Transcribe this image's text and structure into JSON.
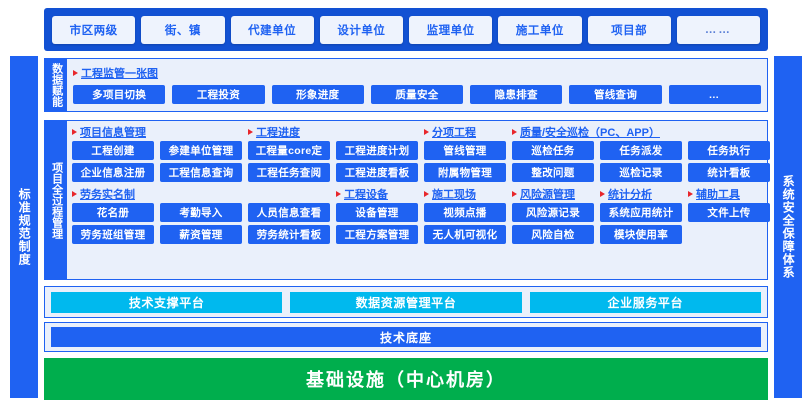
{
  "pillars": {
    "left": "标准规范制度",
    "right": "系统安全保障体系"
  },
  "top_band": {
    "items": [
      "市区两级",
      "街、镇",
      "代建单位",
      "设计单位",
      "监理单位",
      "施工单位",
      "项目部",
      "……"
    ]
  },
  "data_panel": {
    "tab": "数据赋能",
    "group_title": "工程监管一张图",
    "items": [
      "多项目切换",
      "工程投资",
      "形象进度",
      "质量安全",
      "隐患排查",
      "管线查询",
      "…"
    ]
  },
  "main_panel": {
    "tab": "项目全过程管理",
    "rows": [
      {
        "groups": [
          {
            "title": "项目信息管理",
            "span": 2,
            "cells": [
              [
                "工程创建",
                "参建单位管理"
              ],
              [
                "企业信息注册",
                "工程信息查询"
              ]
            ]
          },
          {
            "title": "工程进度",
            "span": 2,
            "cells": [
              [
                "工程量core定",
                "工程进度计划"
              ],
              [
                "工程任务查阅",
                "工程进度看板"
              ]
            ]
          },
          {
            "title": "分项工程",
            "span": 1,
            "cells": [
              [
                "管线管理"
              ],
              [
                "附属物管理"
              ]
            ]
          },
          {
            "title": "质量/安全巡检（PC、APP）",
            "span": 3,
            "cells": [
              [
                "巡检任务",
                "任务派发",
                "任务执行"
              ],
              [
                "整改问题",
                "巡检记录",
                "统计看板"
              ]
            ]
          }
        ]
      },
      {
        "groups": [
          {
            "title": "劳务实名制",
            "span": 3,
            "cells": [
              [
                "花名册",
                "考勤导入",
                "人员信息查看"
              ],
              [
                "劳务班组管理",
                "薪资管理",
                "劳务统计看板"
              ]
            ]
          },
          {
            "title": "工程设备",
            "span": 1,
            "cells": [
              [
                "设备管理"
              ],
              [
                "工程方案管理"
              ]
            ]
          },
          {
            "title": "施工现场",
            "span": 1,
            "cells": [
              [
                "视频点播"
              ],
              [
                "无人机可视化"
              ]
            ]
          },
          {
            "title": "风险源管理",
            "span": 1,
            "cells": [
              [
                "风险源记录"
              ],
              [
                "风险自检"
              ]
            ]
          },
          {
            "title": "统计分析",
            "span": 1,
            "cells": [
              [
                "系统应用统计"
              ],
              [
                "模块使用率"
              ]
            ]
          },
          {
            "title": "辅助工具",
            "span": 1,
            "cells": [
              [
                "文件上传"
              ],
              [
                ""
              ]
            ]
          }
        ]
      }
    ]
  },
  "platform_row": {
    "items": [
      "技术支撑平台",
      "数据资源管理平台",
      "企业服务平台"
    ]
  },
  "base_row": {
    "label": "技术底座"
  },
  "infrastructure": {
    "label": "基础设施（中心机房）"
  },
  "colors": {
    "brand_blue": "#1f62f2",
    "band_blue": "#1251d3",
    "panel_bg": "#eaf0fb",
    "chip_light": "#eef3fd",
    "cyan": "#00b9ee",
    "green": "#00ae4d",
    "marker_red": "#e8262b"
  }
}
